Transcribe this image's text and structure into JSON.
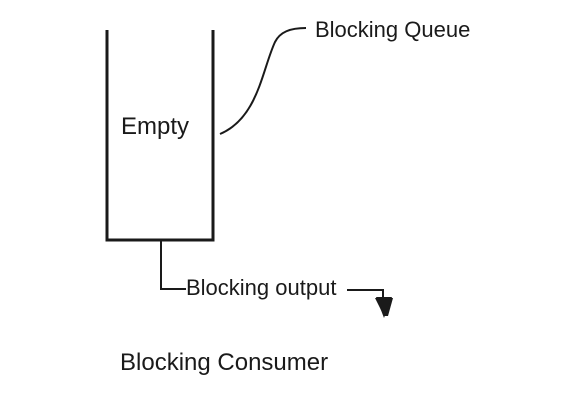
{
  "diagram": {
    "queue_label": "Blocking Queue",
    "queue_state": "Empty",
    "output_label": "Blocking output",
    "caption": "Blocking Consumer"
  },
  "colors": {
    "ink": "#1a1a1a",
    "background": "#ffffff"
  }
}
